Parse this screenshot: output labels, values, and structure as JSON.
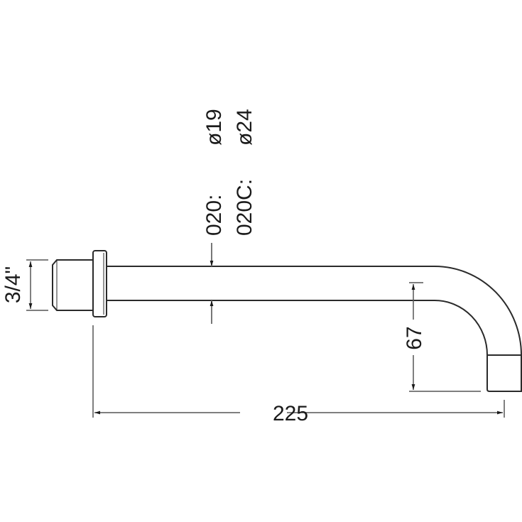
{
  "drawing": {
    "type": "technical-drawing",
    "subject": "wall-mounted spout",
    "dimensions": {
      "length": "225",
      "drop_height": "67",
      "thread_size": "3/4\""
    },
    "diameter_table": {
      "rows": [
        {
          "model": "020:",
          "diameter": "ø19"
        },
        {
          "model": "020C:",
          "diameter": "ø24"
        }
      ]
    },
    "colors": {
      "line": "#2a2a2a",
      "dim_line": "#555555",
      "text": "#1a1a1a",
      "background": "#ffffff"
    }
  }
}
